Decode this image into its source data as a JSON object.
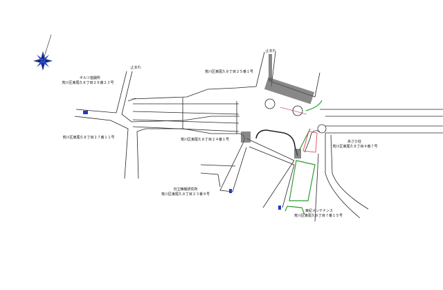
{
  "labels": {
    "stop_left": "止まれ",
    "stop_top": "止まれ",
    "bldg_nw_name": "ギルツ遊戯所",
    "bldg_nw_addr": "荒川区東尾久８丁目２６番２３号",
    "bldg_n_addr": "荒川区東尾久８丁目２５番１号",
    "bldg_w_addr": "荒川区東尾久８丁目２７番１１号",
    "bldg_c_addr": "荒川区東尾久８丁目２４番１号",
    "bldg_e_name": "あさひ荘",
    "bldg_e_addr": "荒川区東尾久８丁目４番７号",
    "bldg_sw_name": "日立精機研究所",
    "bldg_sw_addr": "荒川区東尾久８丁目２３番９号",
    "bldg_s_name": "東紀メンテナンス",
    "bldg_s_addr": "荒川区東尾久８丁目７番１５号"
  },
  "colors": {
    "road": "#222222",
    "green": "#2e9a2e",
    "red": "#e05a6a",
    "sign": "#1a3ccc",
    "compass": "#1a2a8a"
  }
}
